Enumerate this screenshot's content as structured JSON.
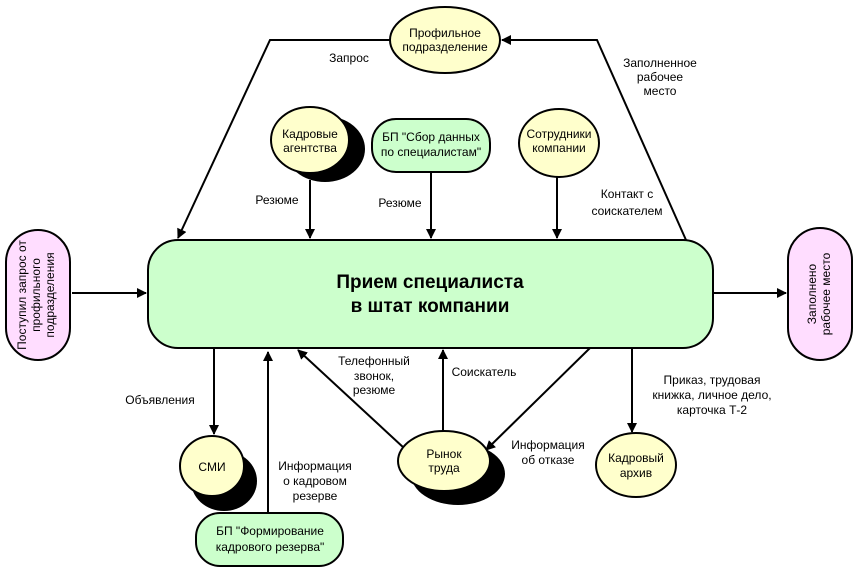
{
  "main": {
    "title_line1": "Прием специалиста",
    "title_line2": "в штат компании"
  },
  "nodes": {
    "profile": [
      "Профильное",
      "подразделение"
    ],
    "agencies": [
      "Кадровые",
      "агентства"
    ],
    "bp_collect": [
      "БП \"Сбор данных",
      "по специалистам\""
    ],
    "employees": [
      "Сотрудники",
      "компании"
    ],
    "request_in": [
      "Поступил запрос от",
      "профильного",
      "подразделения"
    ],
    "filled_out": [
      "Заполнено",
      "рабочее место"
    ],
    "media": [
      "СМИ"
    ],
    "bp_reserve": [
      "БП \"Формирование",
      "кадрового резерва\""
    ],
    "labor_market": [
      "Рынок",
      "труда"
    ],
    "archive": [
      "Кадровый",
      "архив"
    ]
  },
  "edges": {
    "request": [
      "Запрос"
    ],
    "filled_place": [
      "Заполненное",
      "рабочее",
      "место"
    ],
    "resume1": [
      "Резюме"
    ],
    "resume2": [
      "Резюме"
    ],
    "contact": [
      "Контакт с",
      "соискателем"
    ],
    "ads": [
      "Объявления"
    ],
    "phone": [
      "Телефонный",
      "звонок,",
      "резюме"
    ],
    "applicant": [
      "Соискатель"
    ],
    "docs": [
      "Приказ, трудовая",
      "книжка,  личное дело,",
      "карточка Т-2"
    ],
    "refusal": [
      "Информация",
      "об отказе"
    ],
    "reserve_info": [
      "Информация",
      "о кадровом",
      "резерве"
    ]
  }
}
